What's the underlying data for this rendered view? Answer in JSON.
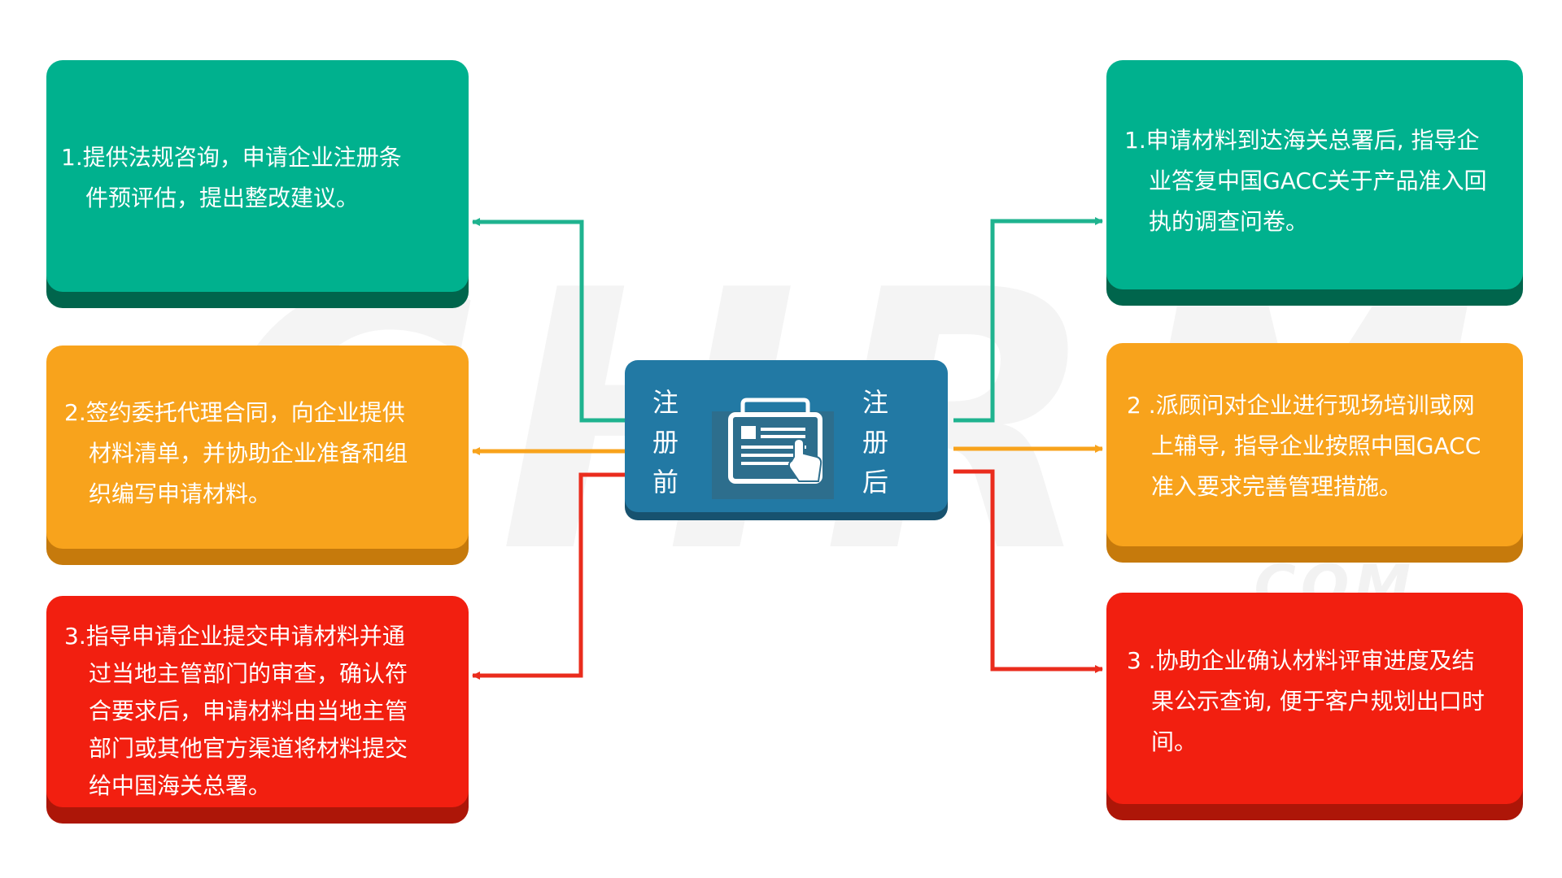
{
  "center": {
    "left_label": "注册前",
    "right_label": "注册后",
    "icon": "form-touch-icon"
  },
  "before": [
    {
      "lines": [
        "1.提供法规咨询，申请企业注册条",
        "件预评估，提出整改建议。"
      ],
      "color": "#00b18e"
    },
    {
      "lines": [
        "2.签约委托代理合同，向企业提供",
        "材料清单，并协助企业准备和组",
        "织编写申请材料。"
      ],
      "color": "#f8a31c"
    },
    {
      "lines": [
        "3.指导申请企业提交申请材料并通",
        "过当地主管部门的审查，确认符",
        "合要求后，申请材料由当地主管",
        "部门或其他官方渠道将材料提交",
        "给中国海关总署。"
      ],
      "color": "#f21f10"
    }
  ],
  "after": [
    {
      "lines": [
        "1.申请材料到达海关总署后, 指导企",
        "业答复中国GACC关于产品准入回",
        "执的调查问卷。"
      ],
      "color": "#00b18e"
    },
    {
      "lines": [
        "2 .派顾问对企业进行现场培训或网",
        "上辅导, 指导企业按照中国GACC",
        "准入要求完善管理措施。"
      ],
      "color": "#f8a31c"
    },
    {
      "lines": [
        "3 .协助企业确认材料评审进度及结",
        "果公示查询, 便于客户规划出口时",
        "间。"
      ],
      "color": "#f21f10"
    }
  ],
  "watermark": {
    "main": "CHRM",
    "sub": ".COM"
  }
}
